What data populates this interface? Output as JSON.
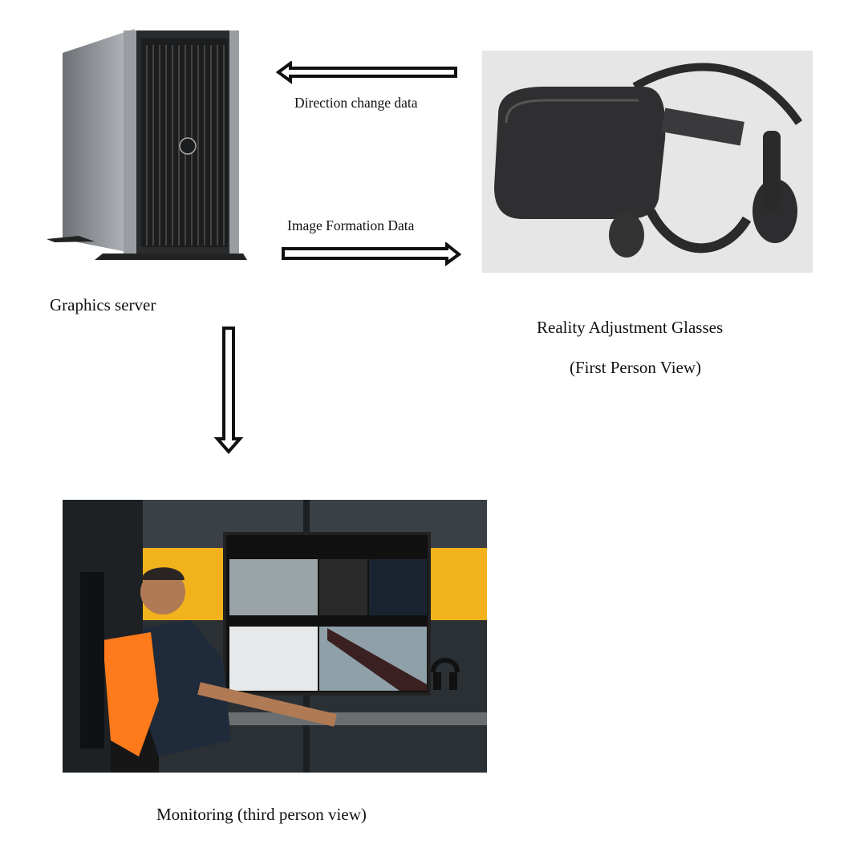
{
  "nodes": {
    "server": {
      "label": "Graphics server",
      "icon": "server-tower-image"
    },
    "glasses": {
      "label_line1": "Reality  Adjustment Glasses",
      "label_line2": "(First Person View)",
      "icon": "vr-headset-image"
    },
    "monitoring": {
      "label": "Monitoring (third person view)",
      "icon": "monitoring-station-photo"
    }
  },
  "edges": {
    "direction_change": {
      "label": "Direction change  data",
      "from": "glasses",
      "to": "server"
    },
    "image_formation": {
      "label": "Image  Formation Data",
      "from": "server",
      "to": "glasses"
    },
    "server_to_monitoring": {
      "from": "server",
      "to": "monitoring"
    }
  },
  "colors": {
    "arrow_stroke": "#111111",
    "headset_bg": "#e6e6e6",
    "accent_yellow": "#f2b21c"
  }
}
